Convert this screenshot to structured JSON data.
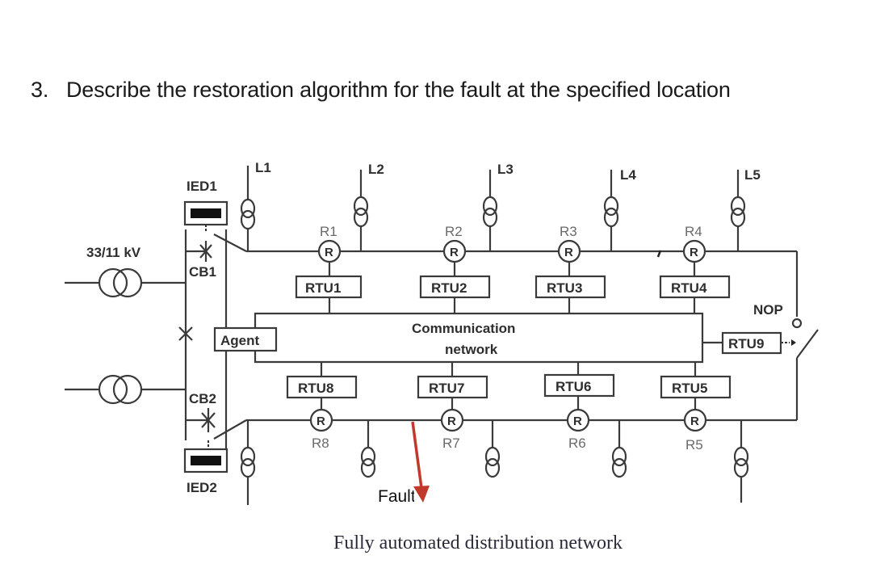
{
  "question": {
    "number": "3.",
    "text": "Describe the restoration algorithm for the fault at the specified location"
  },
  "diagram": {
    "caption": "Fully automated distribution network",
    "transformer_label": "33/11 kV",
    "ieds": [
      "IED1",
      "IED2"
    ],
    "breakers": [
      "CB1",
      "CB2"
    ],
    "agent_label": "Agent",
    "comm_network_label": [
      "Communication",
      "network"
    ],
    "nop_label": "NOP",
    "loads": [
      "L1",
      "L2",
      "L3",
      "L4",
      "L5"
    ],
    "reclosers_top": [
      "R1",
      "R2",
      "R3",
      "R4"
    ],
    "reclosers_bottom": [
      "R8",
      "R7",
      "R6",
      "R5"
    ],
    "recloser_symbol": "R",
    "rtus_top": [
      "RTU1",
      "RTU2",
      "RTU3",
      "RTU4"
    ],
    "rtus_bottom": [
      "RTU8",
      "RTU7",
      "RTU6",
      "RTU5"
    ],
    "rtu_nop": "RTU9",
    "fault": {
      "label": "Fault",
      "location": "Feeder 2 between R8 and R7",
      "arrow_color": "#c0392b"
    }
  }
}
